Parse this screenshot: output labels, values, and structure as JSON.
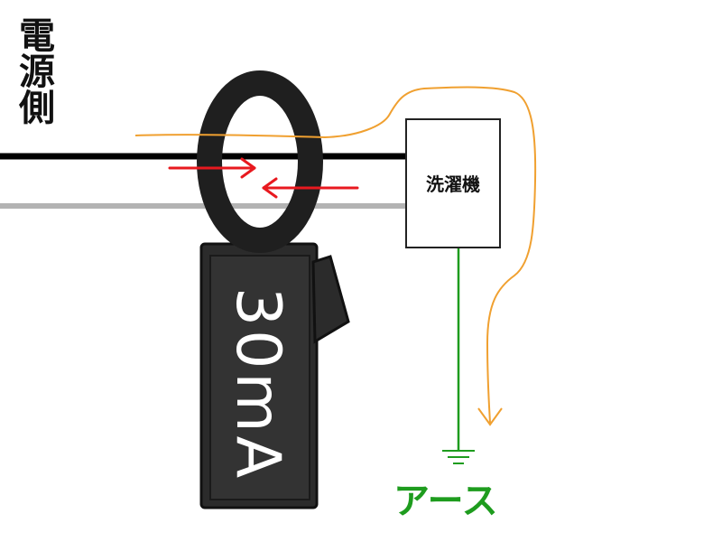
{
  "labels": {
    "power_side": "電源側",
    "washer": "洗濯機",
    "meter_reading": "30mA",
    "earth": "アース"
  },
  "colors": {
    "hot_wire": "#000000",
    "neutral_wire": "#b3b3b3",
    "current_arrows": "#e8191f",
    "leak_path": "#f0a030",
    "earth": "#1e9c1e",
    "meter_body": "#2b2b2b"
  }
}
